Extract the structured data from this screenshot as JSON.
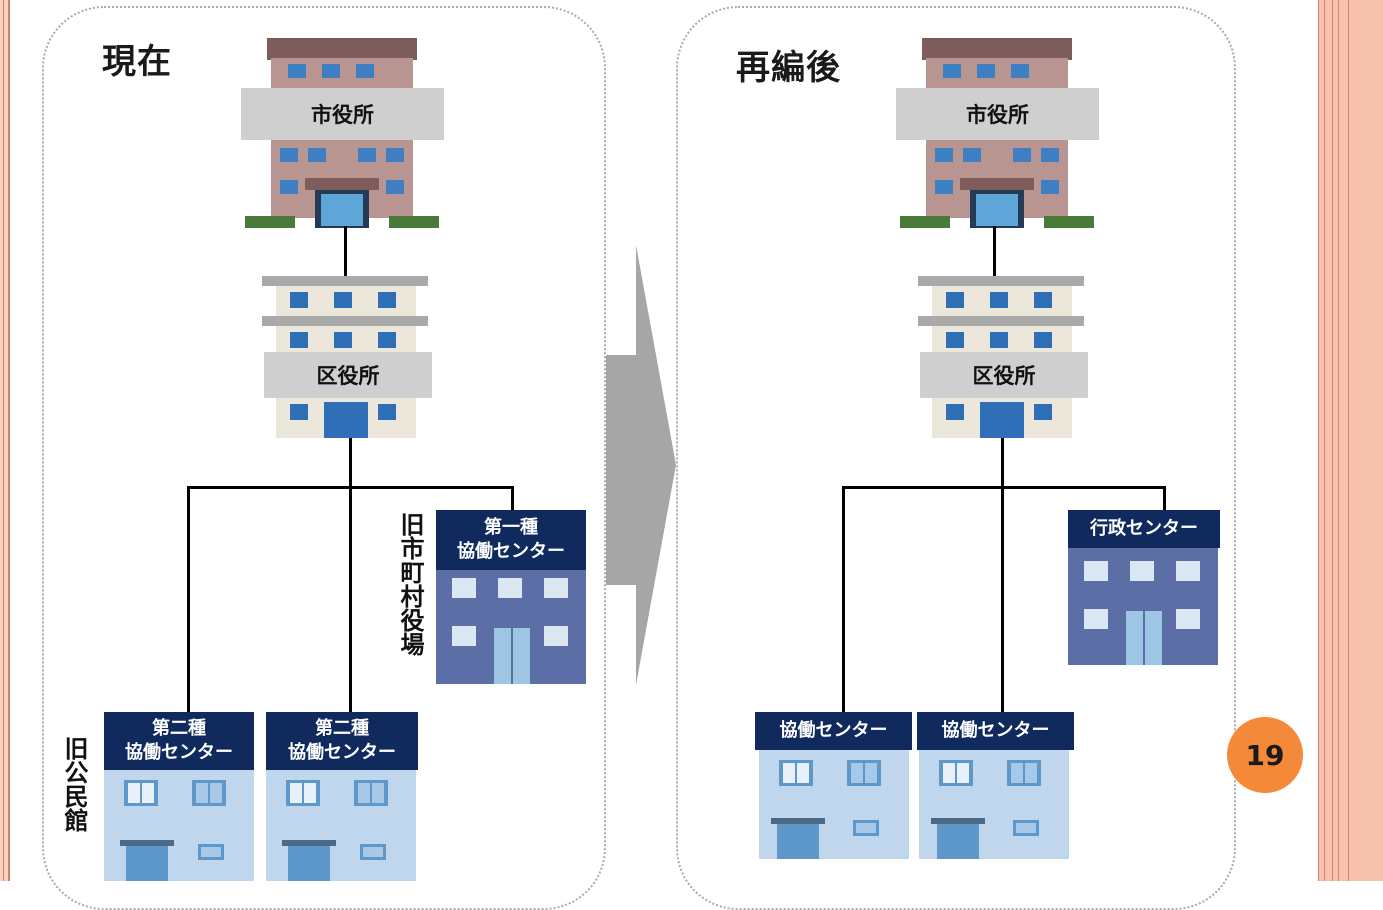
{
  "panels": {
    "current": {
      "title": "現在",
      "city_hall": "市役所",
      "ward_office": "区役所",
      "type1_center": [
        "第一種",
        "協働センター"
      ],
      "type2_center_a": [
        "第二種",
        "協働センター"
      ],
      "type2_center_b": [
        "第二種",
        "協働センター"
      ],
      "old_municipal_office": "旧市町村役場",
      "old_public_hall": "旧公民館"
    },
    "reorganized": {
      "title": "再編後",
      "city_hall": "市役所",
      "ward_office": "区役所",
      "admin_center": "行政センター",
      "collab_center_a": "協働センター",
      "collab_center_b": "協働センター"
    }
  },
  "page_number": "19",
  "colors": {
    "navy_label": "#102a5e",
    "gray_label": "#cfcfcf",
    "badge": "#f5893a",
    "right_border": "#f7c2ad",
    "arrow": "#a6a6a6"
  }
}
